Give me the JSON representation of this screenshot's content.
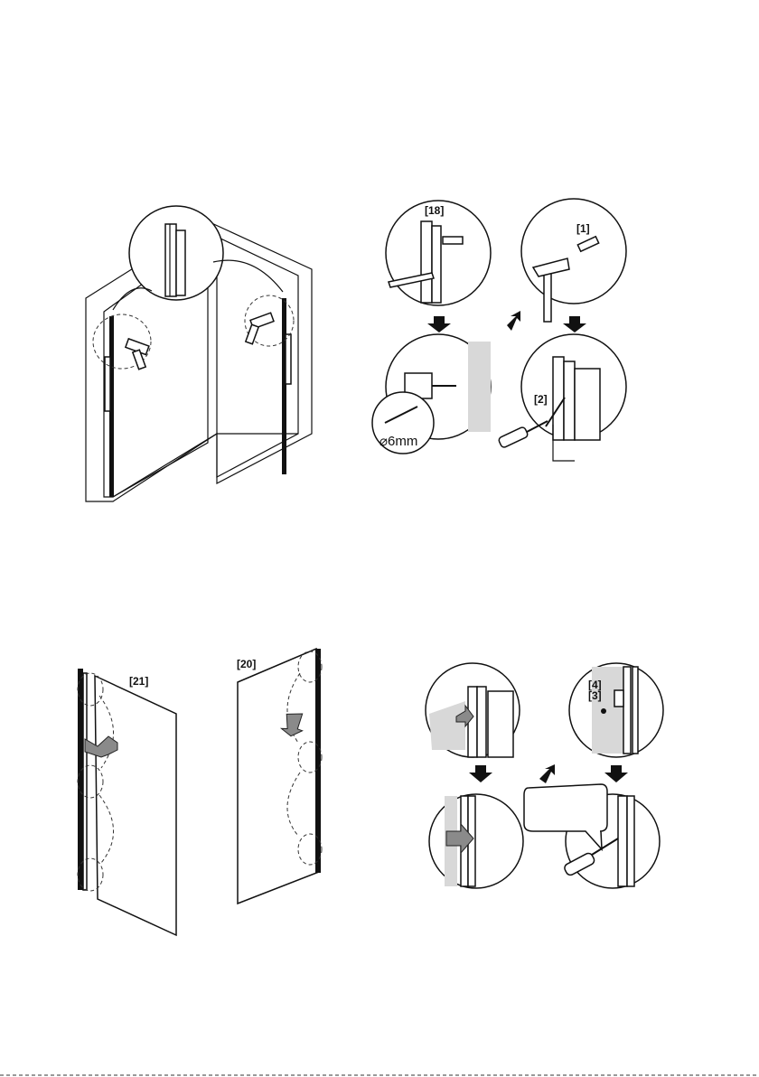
{
  "step1": {
    "title": "Wall profile installation",
    "labels": []
  },
  "step2": {
    "label_profile": "[18]",
    "label_plug": "[1]",
    "label_screw": "[2]",
    "drill_size": "⌀6mm"
  },
  "step3": {
    "label_left_panel": "[21]",
    "label_right_panel": "[20]"
  },
  "step4": {
    "label_part4": "[4]",
    "label_part3": "[3]",
    "callout_text": ""
  },
  "colors": {
    "line": "#111111",
    "shade": "#d8d8d8",
    "arrow": "#8a8a8a"
  }
}
